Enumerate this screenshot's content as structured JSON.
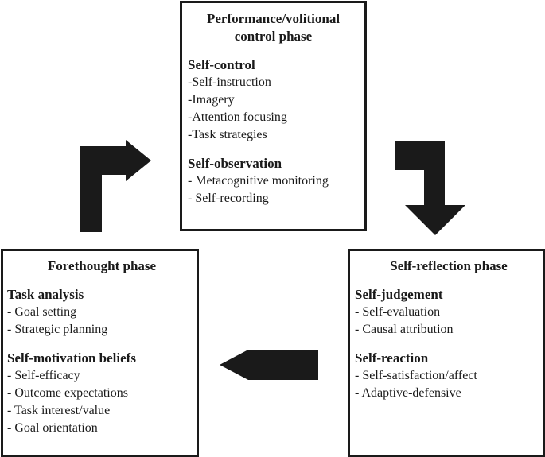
{
  "boxes": {
    "top": {
      "title_line1": "Performance/volitional",
      "title_line2": "control phase",
      "sections": [
        {
          "heading": "Self-control",
          "items": [
            "-Self-instruction",
            "-Imagery",
            "-Attention focusing",
            "-Task strategies"
          ]
        },
        {
          "heading": "Self-observation",
          "items": [
            "- Metacognitive monitoring",
            "- Self-recording"
          ]
        }
      ]
    },
    "left": {
      "title": "Forethought phase",
      "sections": [
        {
          "heading": "Task analysis",
          "items": [
            "- Goal setting",
            "- Strategic planning"
          ]
        },
        {
          "heading": "Self-motivation beliefs",
          "items": [
            "- Self-efficacy",
            "- Outcome expectations",
            "- Task interest/value",
            "- Goal orientation"
          ]
        }
      ]
    },
    "right": {
      "title": "Self-reflection phase",
      "sections": [
        {
          "heading": "Self-judgement",
          "items": [
            "- Self-evaluation",
            "- Causal attribution"
          ]
        },
        {
          "heading": "Self-reaction",
          "items": [
            "- Self-satisfaction/affect",
            "- Adaptive-defensive"
          ]
        }
      ]
    }
  },
  "colors": {
    "ink": "#1a1a1a",
    "background": "#ffffff"
  }
}
